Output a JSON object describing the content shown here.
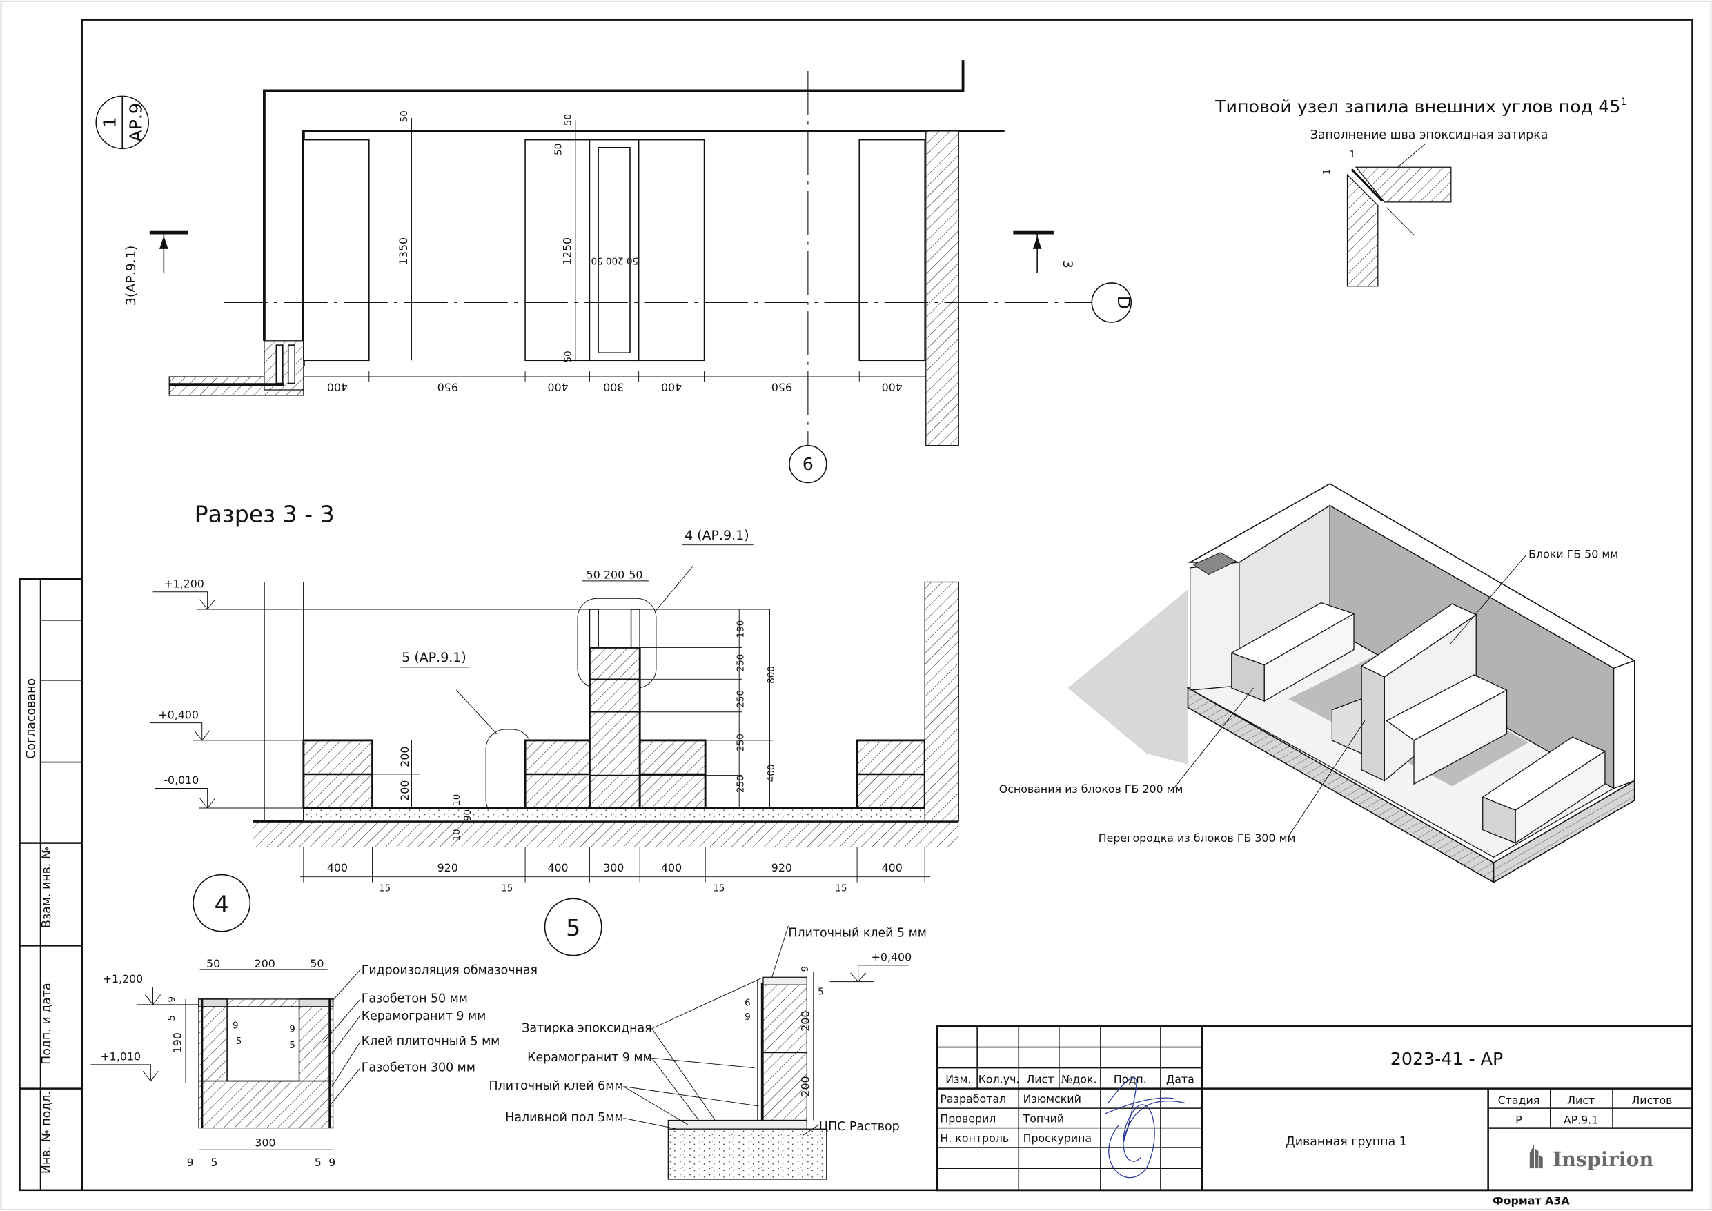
{
  "sheet": {
    "format": "Формат А3А"
  },
  "stamp_strip": {
    "agreed": "Согласовано",
    "replaced_inv": "Взам. инв. №",
    "sign_date": "Подп. и дата",
    "orig_inv": "Инв. № подл."
  },
  "title_block": {
    "code": "2023-41 - АР",
    "headers": [
      "Изм.",
      "Кол.уч.",
      "Лист",
      "№док.",
      "Подп.",
      "Дата"
    ],
    "staff": [
      {
        "role": "Разработал",
        "name": "Изюмский"
      },
      {
        "role": "Проверил",
        "name": "Топчий"
      },
      {
        "role": "Н. контроль",
        "name": "Проскурина"
      }
    ],
    "sheet_title": "Диванная группа 1",
    "stage_label": "Стадия",
    "sheet_label": "Лист",
    "sheets_label": "Листов",
    "stage": "Р",
    "sheet": "АР.9.1",
    "company": "Inspirion"
  },
  "plan": {
    "view_num": "1",
    "view_sheet": "АР.9",
    "section_left": "3(АР.9.1)",
    "section_right": "3",
    "axis_d": "D",
    "axis_9": "9",
    "dims_bottom": [
      "400",
      "950",
      "400",
      "300",
      "400",
      "950",
      "400"
    ],
    "dim_50_a": "50",
    "dim_1350": "1350",
    "dim_50_b": "50",
    "dim_50_c": "50",
    "dim_1250": "1250",
    "dim_50_200_50": "50 200 50",
    "dim_50_d": "50"
  },
  "corner_detail": {
    "title": "Типовой узел запила внешних углов под 45",
    "title_sup": "1",
    "label": "Заполнение шва эпоксидная затирка",
    "dim_a": "1",
    "dim_b": "1"
  },
  "section": {
    "title": "Разрез 3 - 3",
    "callout_4": "4 (АР.9.1)",
    "callout_5": "5 (АР.9.1)",
    "levels": [
      "+1,200",
      "+0,400",
      "-0,010"
    ],
    "dims_bottom": [
      "400",
      "920",
      "400",
      "300",
      "400",
      "920",
      "400"
    ],
    "gaps": [
      "15",
      "15",
      "15",
      "15"
    ],
    "dims_top": [
      "50",
      "200",
      "50"
    ],
    "dims_right": [
      "190",
      "250",
      "250",
      "250",
      "250"
    ],
    "dims_total": [
      "800",
      "400"
    ],
    "dims_left": [
      "200",
      "200"
    ],
    "dims_floor": [
      "10",
      "90",
      "10"
    ]
  },
  "detail4": {
    "num": "4",
    "dims_top": [
      "50",
      "200",
      "50"
    ],
    "levels": [
      "+1,200",
      "+1,010"
    ],
    "dim_9": "9",
    "dim_5": "5",
    "dim_190": "190",
    "dim_300": "300",
    "inner_dims": [
      "9",
      "5",
      "9",
      "5"
    ],
    "bottom_dims": [
      "9",
      "5",
      "5",
      "9"
    ],
    "labels": [
      "Гидроизоляция обмазочная",
      "Газобетон 50 мм",
      "Керамогранит 9 мм",
      "Клей плиточный 5 мм",
      "Газобетон 300 мм"
    ]
  },
  "detail5": {
    "num": "5",
    "level": "+0,400",
    "label_top": "Плиточный клей 5 мм",
    "labels": [
      "Затирка эпоксидная",
      "Керамогранит 9 мм",
      "Плиточный клей 6мм",
      "Наливной пол 5мм"
    ],
    "label_screed": "ЦПС Раствор",
    "dims": [
      "9",
      "5",
      "6",
      "9",
      "200",
      "200"
    ]
  },
  "iso": {
    "label_blocks50": "Блоки ГБ 50 мм",
    "label_base200": "Основания из блоков ГБ 200 мм",
    "label_partition300": "Перегородка из блоков ГБ 300 мм"
  }
}
